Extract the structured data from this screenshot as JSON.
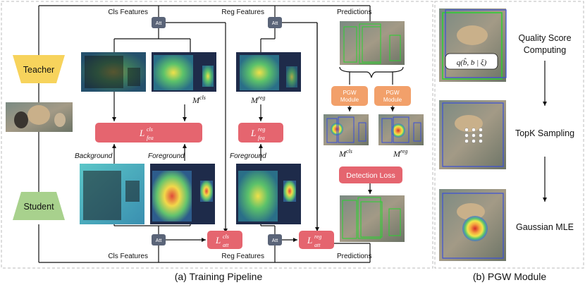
{
  "pipeline": {
    "caption": "(a) Training Pipeline",
    "teacher": "Teacher",
    "student": "Student",
    "cls_features_top": "Cls Features",
    "reg_features_top": "Reg Features",
    "cls_features_bottom": "Cls Features",
    "reg_features_bottom": "Reg Features",
    "predictions_top": "Predictions",
    "predictions_bottom": "Predictions",
    "att": "Att",
    "background": "Background",
    "foreground_1": "Foreground",
    "foreground_2": "Foreground",
    "m_cls": "M",
    "m_cls_sup": "cls",
    "m_reg": "M",
    "m_reg_sup": "reg",
    "m_cls_small": "M",
    "m_cls_small_sup": "cls",
    "m_reg_small": "M",
    "m_reg_small_sup": "reg",
    "l_fea_cls": {
      "base": "L",
      "sup": "cls",
      "sub": "fea"
    },
    "l_fea_reg": {
      "base": "L",
      "sup": "reg",
      "sub": "fea"
    },
    "l_att_cls": {
      "base": "L",
      "sup": "cls",
      "sub": "att"
    },
    "l_att_reg": {
      "base": "L",
      "sup": "reg",
      "sub": "att"
    },
    "pgw_module_1": [
      "PGW",
      "Module"
    ],
    "pgw_module_2": [
      "PGW",
      "Module"
    ],
    "detection_loss": "Detection Loss"
  },
  "pgw": {
    "caption": "(b) PGW Module",
    "quality_score": [
      "Quality Score",
      "Computing"
    ],
    "topk": "TopK Sampling",
    "gaussian": "Gaussian MLE",
    "formula": "q(b̂, b | ξ)"
  },
  "colors": {
    "loss_box": "#e5656f",
    "pgw_box": "#f2a06a",
    "teacher": "#f7d35c",
    "student": "#a8d18d",
    "att_box": "#5a6478"
  }
}
